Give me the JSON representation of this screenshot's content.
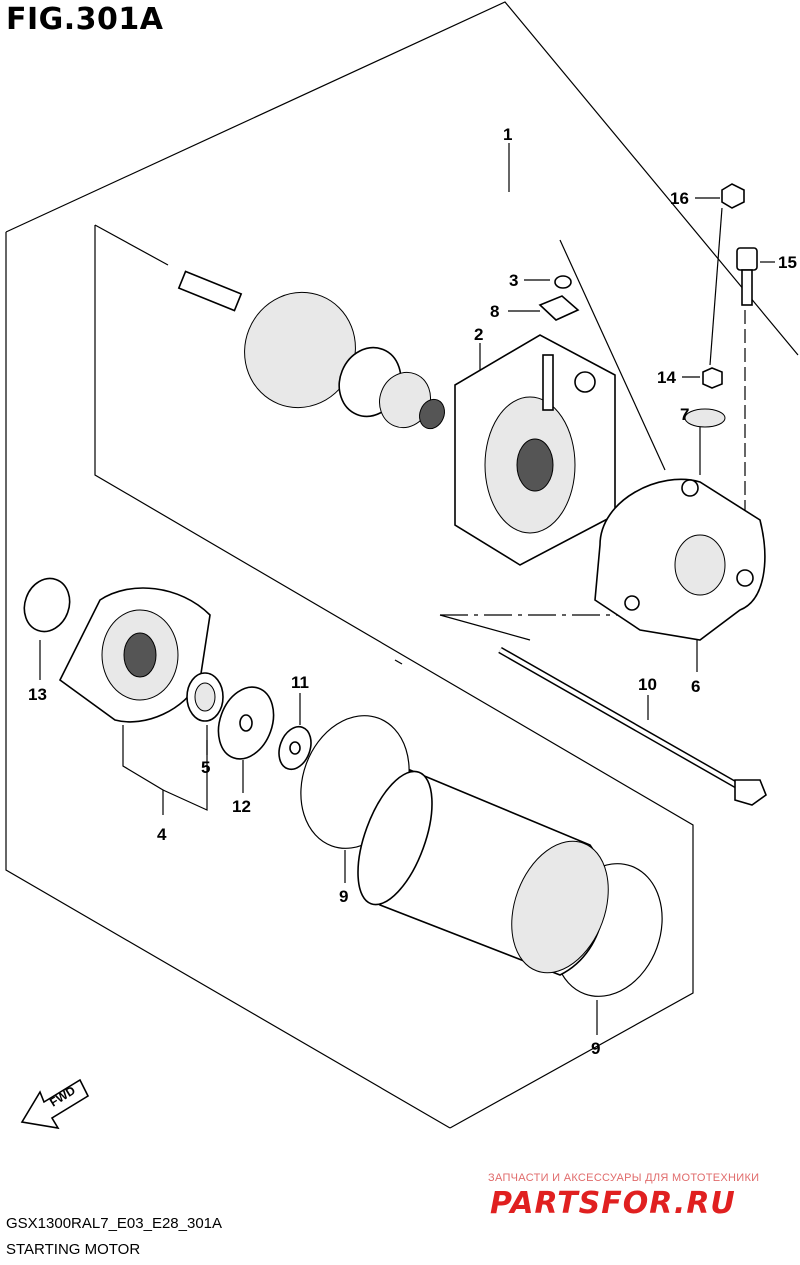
{
  "figure": {
    "title": "FIG.301A",
    "code": "GSX1300RAL7_E03_E28_301A",
    "name": "STARTING MOTOR",
    "fwd_label": "FWD"
  },
  "watermark": {
    "line1": "ЗАПЧАСТИ И АКСЕССУАРЫ ДЛЯ МОТОТЕХНИКИ",
    "line2": "PARTSFOR.RU"
  },
  "callouts": {
    "c1": "1",
    "c2": "2",
    "c3": "3",
    "c4": "4",
    "c5": "5",
    "c6": "6",
    "c7": "7",
    "c8": "8",
    "c9a": "9",
    "c9b": "9",
    "c10": "10",
    "c11": "11",
    "c12": "12",
    "c13": "13",
    "c14": "14",
    "c15": "15",
    "c16": "16"
  }
}
